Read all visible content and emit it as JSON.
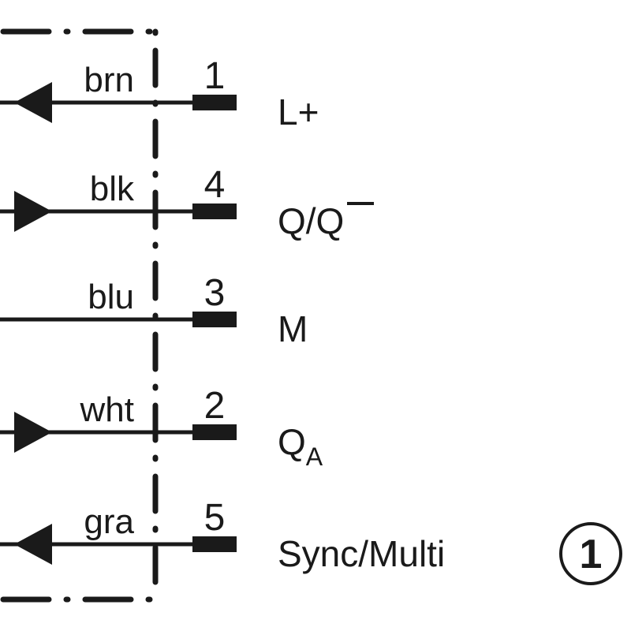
{
  "diagram": {
    "title": "Connection diagram",
    "ink_color": "#1a1a1a",
    "background": "#ffffff",
    "wires": [
      {
        "color_label": "brn",
        "pin": "1",
        "signal": "L+",
        "signal_sub": "",
        "overline": false,
        "direction": "out",
        "arrow_icon": "arrow-left-icon"
      },
      {
        "color_label": "blk",
        "pin": "4",
        "signal": "Q/Q",
        "signal_sub": "",
        "overline": true,
        "direction": "in",
        "arrow_icon": "arrow-right-icon"
      },
      {
        "color_label": "blu",
        "pin": "3",
        "signal": "M",
        "signal_sub": "",
        "overline": false,
        "direction": "none",
        "arrow_icon": ""
      },
      {
        "color_label": "wht",
        "pin": "2",
        "signal": "Q",
        "signal_sub": "A",
        "overline": false,
        "direction": "in",
        "arrow_icon": "arrow-right-icon"
      },
      {
        "color_label": "gra",
        "pin": "5",
        "signal": "Sync/Multi",
        "signal_sub": "",
        "overline": false,
        "direction": "out",
        "arrow_icon": "arrow-left-icon"
      }
    ],
    "footnote_marker": "1"
  }
}
